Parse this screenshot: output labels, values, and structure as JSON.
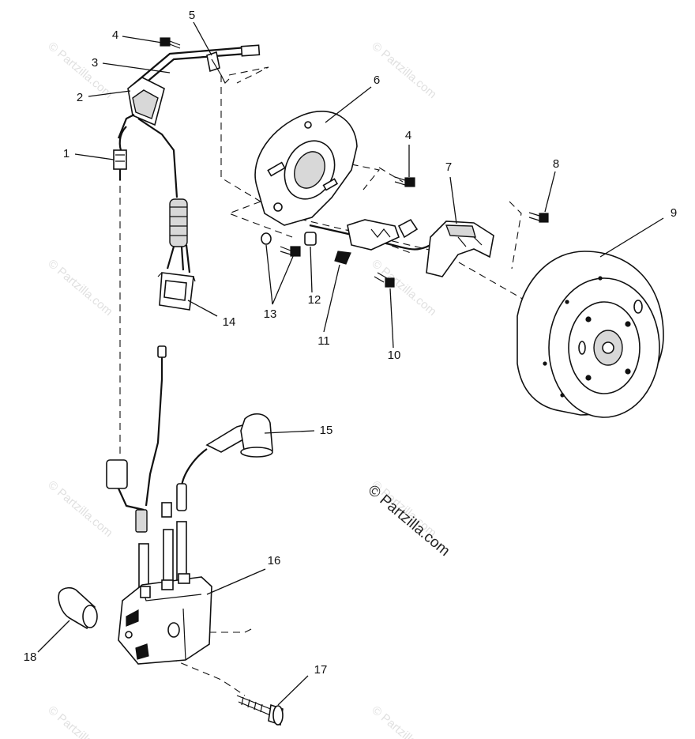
{
  "callouts": [
    {
      "id": "c1",
      "label": "1"
    },
    {
      "id": "c2",
      "label": "2"
    },
    {
      "id": "c3",
      "label": "3"
    },
    {
      "id": "c4a",
      "label": "4"
    },
    {
      "id": "c4b",
      "label": "4"
    },
    {
      "id": "c5",
      "label": "5"
    },
    {
      "id": "c6",
      "label": "6"
    },
    {
      "id": "c7",
      "label": "7"
    },
    {
      "id": "c8",
      "label": "8"
    },
    {
      "id": "c9",
      "label": "9"
    },
    {
      "id": "c10",
      "label": "10"
    },
    {
      "id": "c11",
      "label": "11"
    },
    {
      "id": "c12",
      "label": "12"
    },
    {
      "id": "c13",
      "label": "13"
    },
    {
      "id": "c14",
      "label": "14"
    },
    {
      "id": "c15",
      "label": "15"
    },
    {
      "id": "c16",
      "label": "16"
    },
    {
      "id": "c17",
      "label": "17"
    },
    {
      "id": "c18",
      "label": "18"
    }
  ],
  "credit": "© Partzilla.com",
  "watermark": "© Partzilla.com"
}
